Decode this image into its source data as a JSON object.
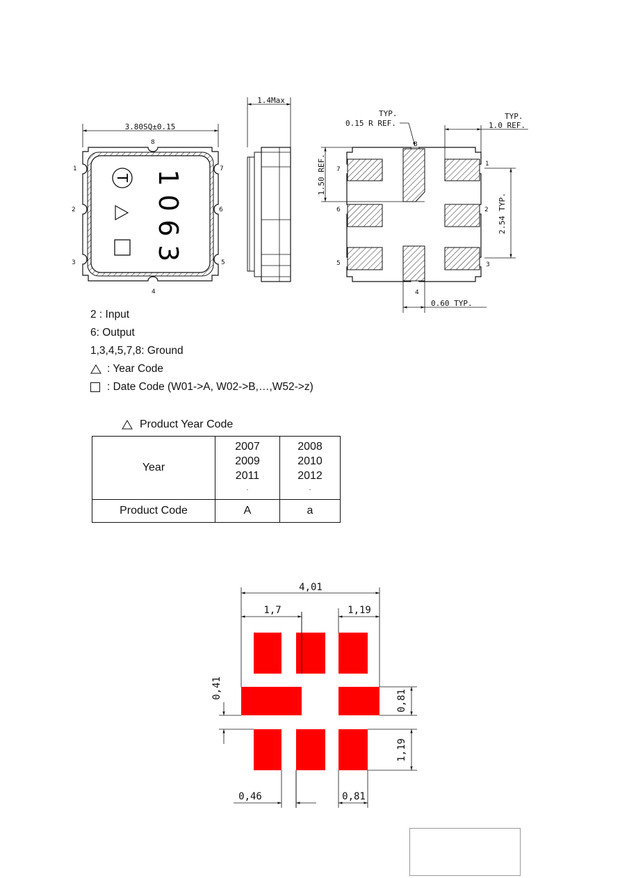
{
  "package_top_view": {
    "width_dim": "3.80SQ±0.15",
    "marking_symbol": "T",
    "marking_code": "1063",
    "pin_numbers": [
      "1",
      "2",
      "3",
      "4",
      "5",
      "6",
      "7",
      "8"
    ]
  },
  "package_side_view": {
    "height_dim": "1.4Max"
  },
  "package_bottom_view": {
    "typ_label": "TYP.",
    "radius_ref": "0.15 R REF.",
    "pad_height_ref": "1.50 REF.",
    "edge_ref_typ": "TYP.",
    "edge_ref": "1.0 REF.",
    "pitch": "2.54 TYP.",
    "pad_width": "0.60 TYP.",
    "pin_numbers": [
      "1",
      "2",
      "3",
      "4",
      "5",
      "6",
      "7",
      "8"
    ]
  },
  "legend": {
    "input": "2 : Input",
    "output": "6: Output",
    "ground": "1,3,4,5,7,8: Ground",
    "year_code": ": Year Code",
    "date_code": ": Date Code (W01->A, W02->B,…,W52->z)"
  },
  "year_table": {
    "title": "Product Year Code",
    "row1_header": "Year",
    "col1_years": [
      "2007",
      "2009",
      "2011"
    ],
    "col2_years": [
      "2008",
      "2010",
      "2012"
    ],
    "ellipsis": ".",
    "row2_header": "Product Code",
    "code1": "A",
    "code2": "a"
  },
  "footprint": {
    "pad_color": "#ff0000",
    "overall_width": "4,01",
    "left_width": "1,7",
    "right_width": "1,19",
    "gap_vertical": "0,41",
    "mid_pad_height": "0,81",
    "bottom_pad_height": "1,19",
    "gap_horizontal": "0,46",
    "pad_width": "0,81"
  }
}
